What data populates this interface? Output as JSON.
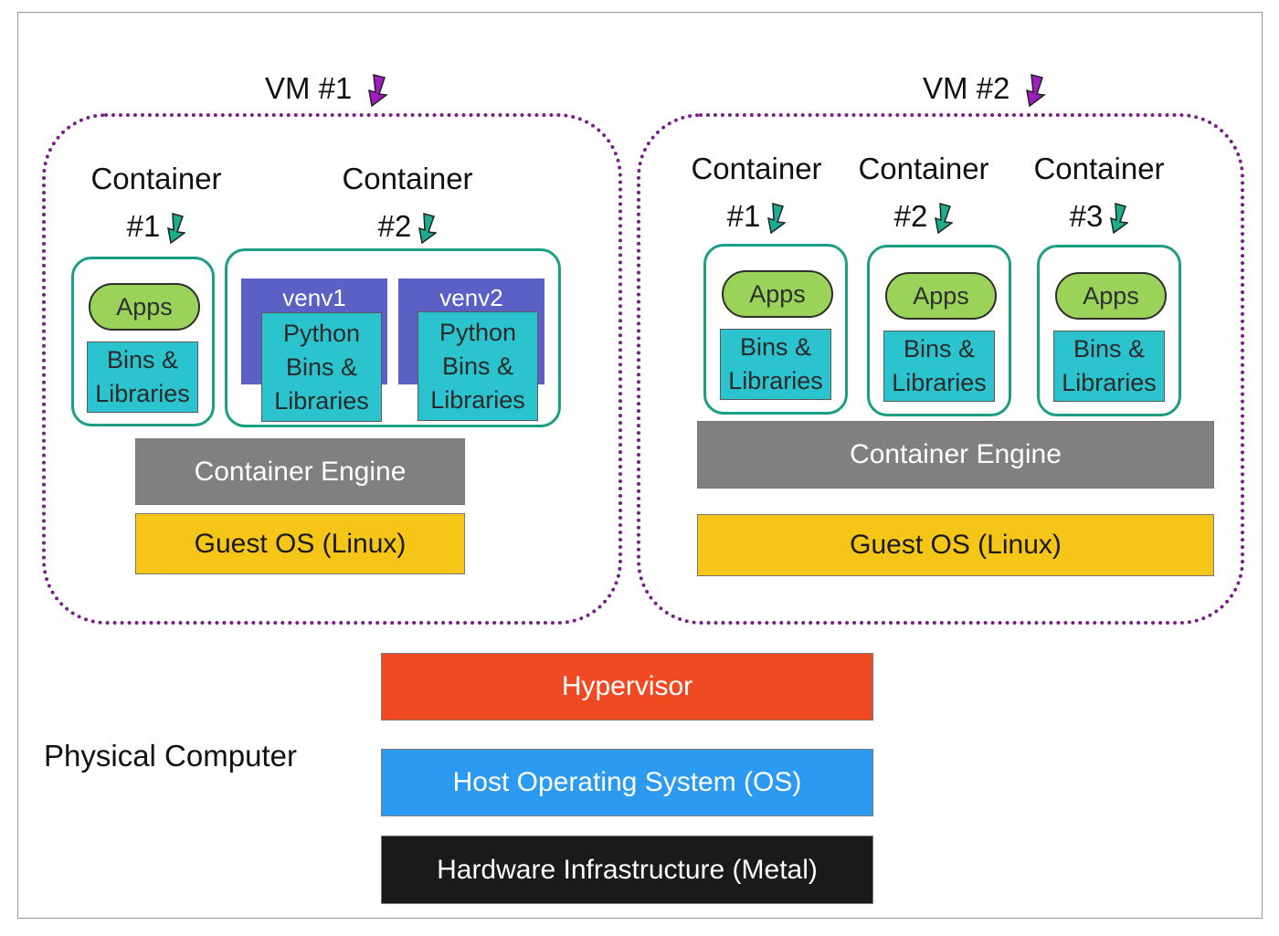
{
  "physical_label": "Physical Computer",
  "colors": {
    "vm_border": "#7b1b8c",
    "container_border": "#1b9e85",
    "vm_arrow": "#a11cbf",
    "container_arrow": "#1bae8e"
  },
  "vm1": {
    "title": "VM #1",
    "containers": [
      {
        "word": "Container",
        "num": "#1",
        "apps": "Apps",
        "bins_l1": "Bins &",
        "bins_l2": "Libraries"
      },
      {
        "word": "Container",
        "num": "#2",
        "venvs": [
          {
            "name": "venv1",
            "l1": "Python",
            "l2": "Bins &",
            "l3": "Libraries"
          },
          {
            "name": "venv2",
            "l1": "Python",
            "l2": "Bins &",
            "l3": "Libraries"
          }
        ]
      }
    ],
    "engine": "Container Engine",
    "guest_os": "Guest OS (Linux)"
  },
  "vm2": {
    "title": "VM #2",
    "containers": [
      {
        "word": "Container",
        "num": "#1",
        "apps": "Apps",
        "bins_l1": "Bins &",
        "bins_l2": "Libraries"
      },
      {
        "word": "Container",
        "num": "#2",
        "apps": "Apps",
        "bins_l1": "Bins &",
        "bins_l2": "Libraries"
      },
      {
        "word": "Container",
        "num": "#3",
        "apps": "Apps",
        "bins_l1": "Bins &",
        "bins_l2": "Libraries"
      }
    ],
    "engine": "Container Engine",
    "guest_os": "Guest OS (Linux)"
  },
  "stack": {
    "hypervisor": "Hypervisor",
    "host_os": "Host Operating System (OS)",
    "hardware": "Hardware Infrastructure (Metal)"
  }
}
